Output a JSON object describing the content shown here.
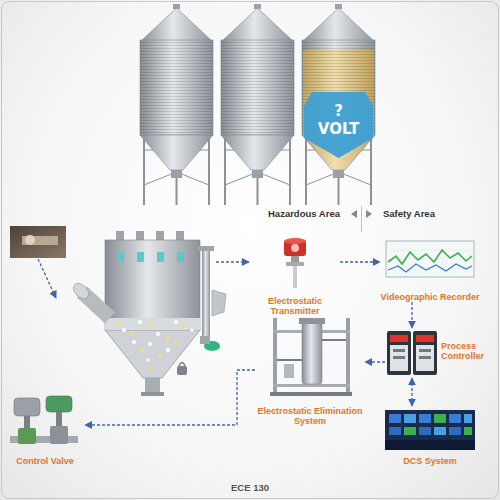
{
  "diagram": {
    "nodes": [
      {
        "text": [
          "? VOLT"
        ]
      },
      {
        "text": [
          "Electrostatic Transmitter"
        ]
      },
      {
        "text": [
          "Videographic Recorder"
        ]
      },
      {
        "text": [
          "Electrostatic Elimination System"
        ]
      },
      {
        "text": [
          "Process Controller"
        ]
      },
      {
        "text": [
          "DCS System"
        ]
      },
      {
        "text": [
          "Control Valve"
        ]
      }
    ],
    "edges": [
      {
        "from": 1,
        "to": 2,
        "arrow": "to"
      },
      {
        "from": 2,
        "to": 4,
        "arrow": "to"
      },
      {
        "from": 4,
        "to": 5,
        "arrow": "both"
      },
      {
        "from": 4,
        "to": 3,
        "arrow": "to"
      },
      {
        "from": 3,
        "to": 6,
        "arrow": "to"
      }
    ],
    "labels": [
      "Hazardous Area",
      "Safety Area",
      "ECE 130"
    ]
  }
}
